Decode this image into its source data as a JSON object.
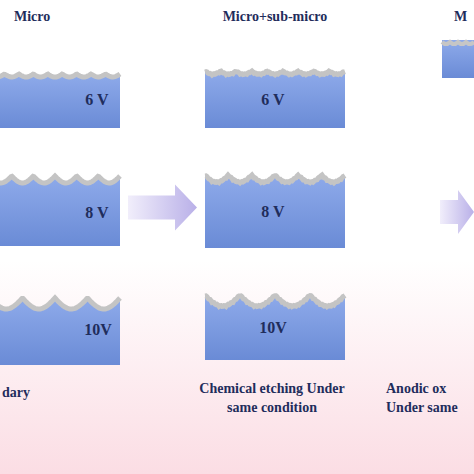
{
  "diagram": {
    "nodes": [
      {
        "text": [
          "6 V"
        ]
      },
      {
        "text": [
          "8 V"
        ]
      },
      {
        "text": [
          "10V"
        ]
      },
      {
        "text": [
          "6 V"
        ]
      },
      {
        "text": [
          "8 V"
        ]
      },
      {
        "text": [
          "10V"
        ]
      }
    ],
    "edges": [
      {
        "from": 1,
        "to": 4,
        "arrow": "to"
      }
    ],
    "labels": [
      "Micro",
      "Micro+sub-micro",
      "M",
      "dary",
      "Chemical etching Under same condition",
      "Anodic ox Under same"
    ]
  }
}
